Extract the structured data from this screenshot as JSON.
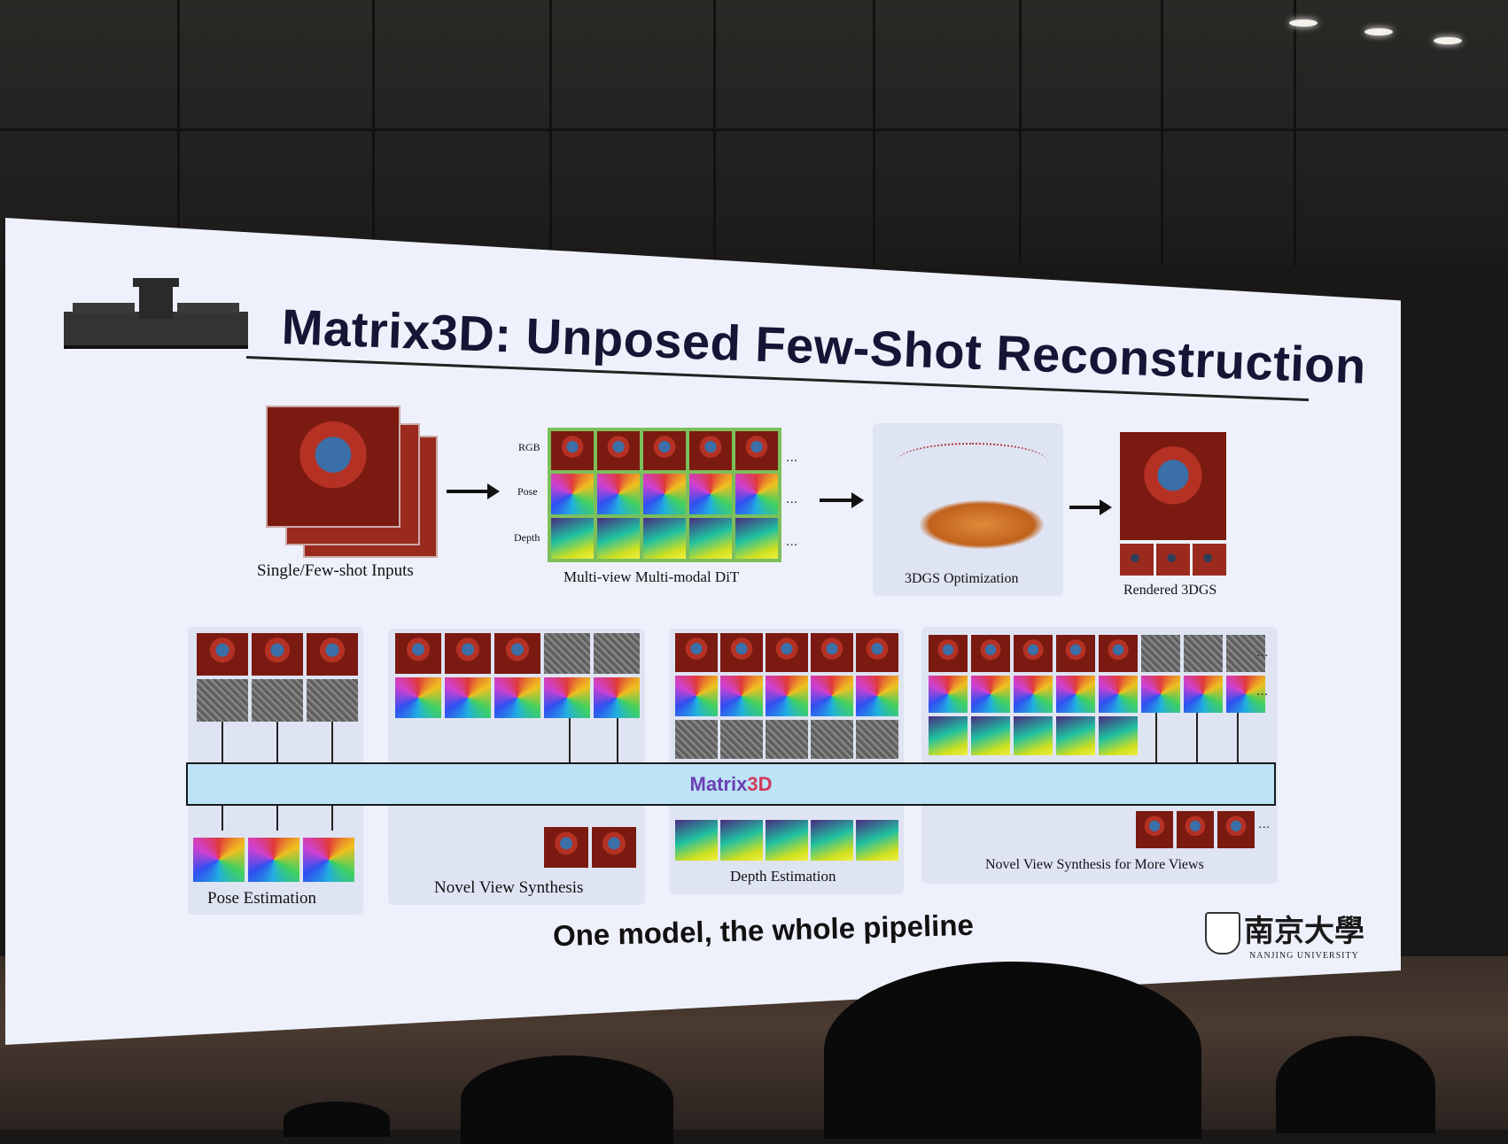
{
  "slide": {
    "title": "Matrix3D: Unposed Few-Shot Reconstruction",
    "footer": "One model, the whole pipeline",
    "logo_cn": "南京大學",
    "logo_en": "NANJING UNIVERSITY"
  },
  "top_pipeline": {
    "inputs_label": "Single/Few-shot Inputs",
    "row_labels": [
      "RGB",
      "Pose",
      "Depth"
    ],
    "dit_label": "Multi-view Multi-modal DiT",
    "opt_label": "3DGS Optimization",
    "render_label": "Rendered 3DGS",
    "ellipsis": "..."
  },
  "tasks": {
    "pose": "Pose Estimation",
    "nvs": "Novel View Synthesis",
    "depth": "Depth Estimation",
    "nvs_more": "Novel View Synthesis for More Views",
    "model": "Matrix3D"
  },
  "colors": {
    "screen": "#eef1fb",
    "title": "#151535",
    "model_bar": "#bde3f6",
    "model_text_a": "#6b3fb3",
    "model_text_b": "#d03a5a"
  },
  "icons": [
    "building-icon",
    "university-crest-icon",
    "arrow-icon"
  ]
}
